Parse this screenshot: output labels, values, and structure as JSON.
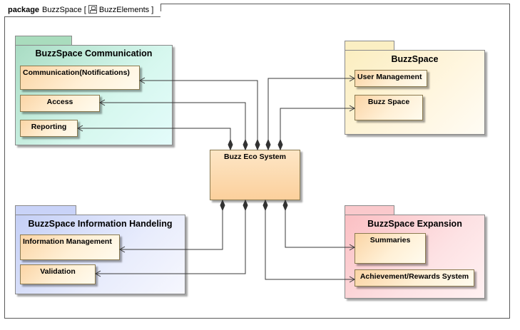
{
  "frame": {
    "keyword": "package",
    "name": "BuzzSpace",
    "open_bracket": "[",
    "diagram_name": "BuzzElements",
    "close_bracket": "]"
  },
  "packages": {
    "communication": {
      "title": "BuzzSpace Communication",
      "classes": [
        "Communication(Notifications)",
        "Access",
        "Reporting"
      ]
    },
    "buzzspace": {
      "title": "BuzzSpace",
      "classes": [
        "User Management",
        "Buzz Space"
      ]
    },
    "information": {
      "title": "BuzzSpace Information Handeling",
      "classes": [
        "Information Management",
        "Validation"
      ]
    },
    "expansion": {
      "title": "BuzzSpace Expansion",
      "classes": [
        "Summaries",
        "Achievement/Rewards System"
      ]
    }
  },
  "core": {
    "label": "Buzz Eco System"
  },
  "colors": {
    "line": "#3a3a3a",
    "class_fill": "#fbd5a6",
    "green_pkg": "#a9dcc3",
    "yellow_pkg": "#fbeec0",
    "blue_pkg": "#c4cff6",
    "red_pkg": "#fbbfc3"
  },
  "relationships": [
    {
      "from": "Buzz Eco System",
      "to": "Communication(Notifications)",
      "type": "composition"
    },
    {
      "from": "Buzz Eco System",
      "to": "Access",
      "type": "composition"
    },
    {
      "from": "Buzz Eco System",
      "to": "Reporting",
      "type": "composition"
    },
    {
      "from": "Buzz Eco System",
      "to": "User Management",
      "type": "composition"
    },
    {
      "from": "Buzz Eco System",
      "to": "Buzz Space",
      "type": "composition"
    },
    {
      "from": "Buzz Eco System",
      "to": "Information Management",
      "type": "composition"
    },
    {
      "from": "Buzz Eco System",
      "to": "Validation",
      "type": "composition"
    },
    {
      "from": "Buzz Eco System",
      "to": "Summaries",
      "type": "composition"
    },
    {
      "from": "Buzz Eco System",
      "to": "Achievement/Rewards System",
      "type": "composition"
    }
  ]
}
